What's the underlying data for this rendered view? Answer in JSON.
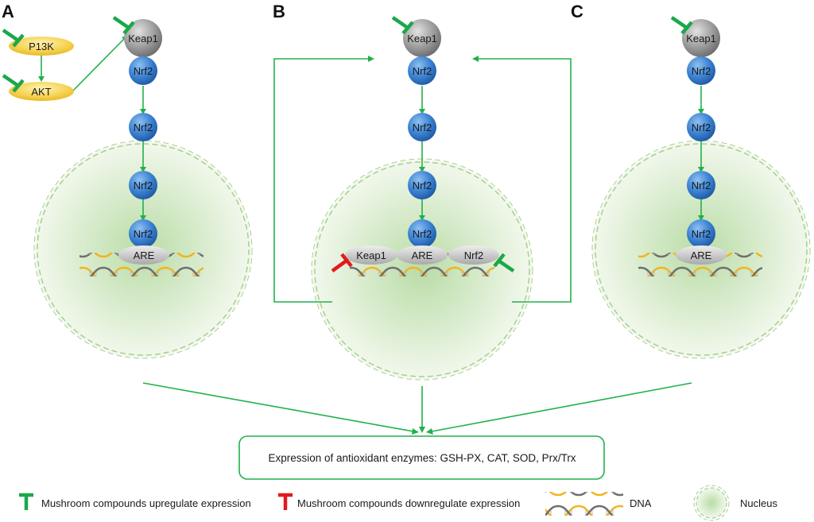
{
  "colors": {
    "arrow": "#22b04b",
    "up": "#1aa84a",
    "down": "#e2191c",
    "nrf2": "#3f86d6",
    "keap1": "#9a9a9a",
    "kinase": "#f3cf4a",
    "nucleus": "#cfe6bf",
    "dna_a": "#f2b51c",
    "dna_b": "#6f6f6f"
  },
  "panels": {
    "a": {
      "letter": "A",
      "p13k": "P13K",
      "akt": "AKT",
      "keap1": "Keap1",
      "nrf2_bound": "Nrf2",
      "nrf2_free": "Nrf2",
      "nrf2_nuclear": "Nrf2",
      "nrf2_are": "Nrf2",
      "are": "ARE"
    },
    "b": {
      "letter": "B",
      "keap1": "Keap1",
      "nrf2_bound": "Nrf2",
      "nrf2_free": "Nrf2",
      "nrf2_nuclear": "Nrf2",
      "nrf2_are": "Nrf2",
      "keap1_gene": "Keap1",
      "are": "ARE",
      "nrf2_gene": "Nrf2"
    },
    "c": {
      "letter": "C",
      "keap1": "Keap1",
      "nrf2_bound": "Nrf2",
      "nrf2_free": "Nrf2",
      "nrf2_nuclear": "Nrf2",
      "nrf2_are": "Nrf2",
      "are": "ARE"
    }
  },
  "output_box": {
    "label": "Expression of antioxidant enzymes: GSH-PX, CAT, SOD, Prx/Trx"
  },
  "legend": {
    "up_label": "Mushroom compounds upregulate expression",
    "down_label": "Mushroom compounds downregulate expression",
    "dna_label": "DNA",
    "nucleus_label": "Nucleus"
  }
}
